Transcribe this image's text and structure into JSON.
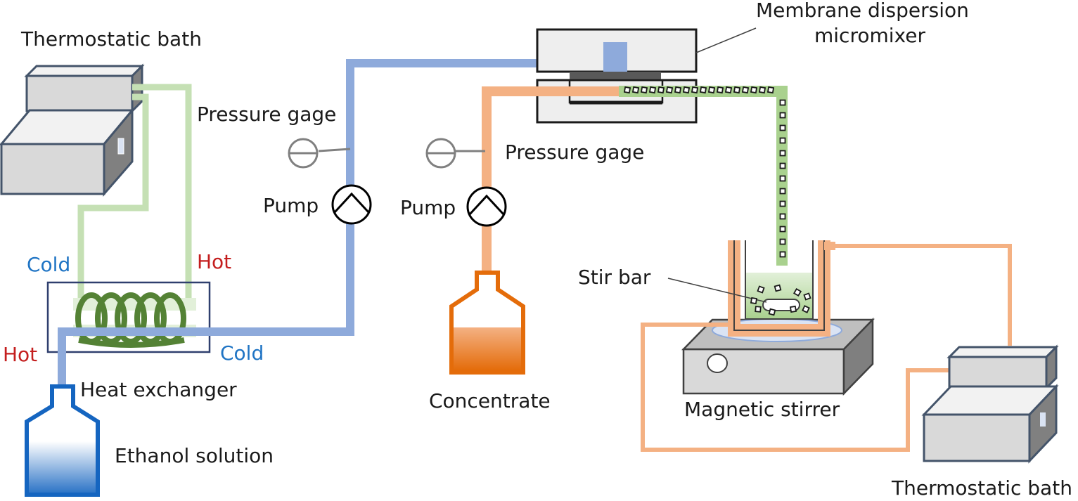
{
  "labels": {
    "thermostatic_bath_left": "Thermostatic bath",
    "thermostatic_bath_right": "Thermostatic bath",
    "membrane_line1": "Membrane dispersion",
    "membrane_line2": "micromixer",
    "pressure_gage_left": "Pressure gage",
    "pressure_gage_right": "Pressure gage",
    "pump_left": "Pump",
    "pump_right": "Pump",
    "cold_top": "Cold",
    "hot_top": "Hot",
    "hot_bottom": "Hot",
    "cold_bottom": "Cold",
    "heat_exchanger": "Heat exchanger",
    "ethanol_solution": "Ethanol solution",
    "concentrate": "Concentrate",
    "stir_bar": "Stir bar",
    "magnetic_stirrer": "Magnetic stirrer"
  },
  "colors": {
    "ethanol_line": "#8eaadb",
    "concentrate_line": "#f4b183",
    "mixed_line": "#a9d18e",
    "coolant_line": "#c5e0b4",
    "coil": "#548235",
    "cold_text": "#1f74c4",
    "hot_text": "#c41e1e",
    "equipment_fill": "#e6e6e6",
    "equipment_stroke": "#44546a"
  }
}
